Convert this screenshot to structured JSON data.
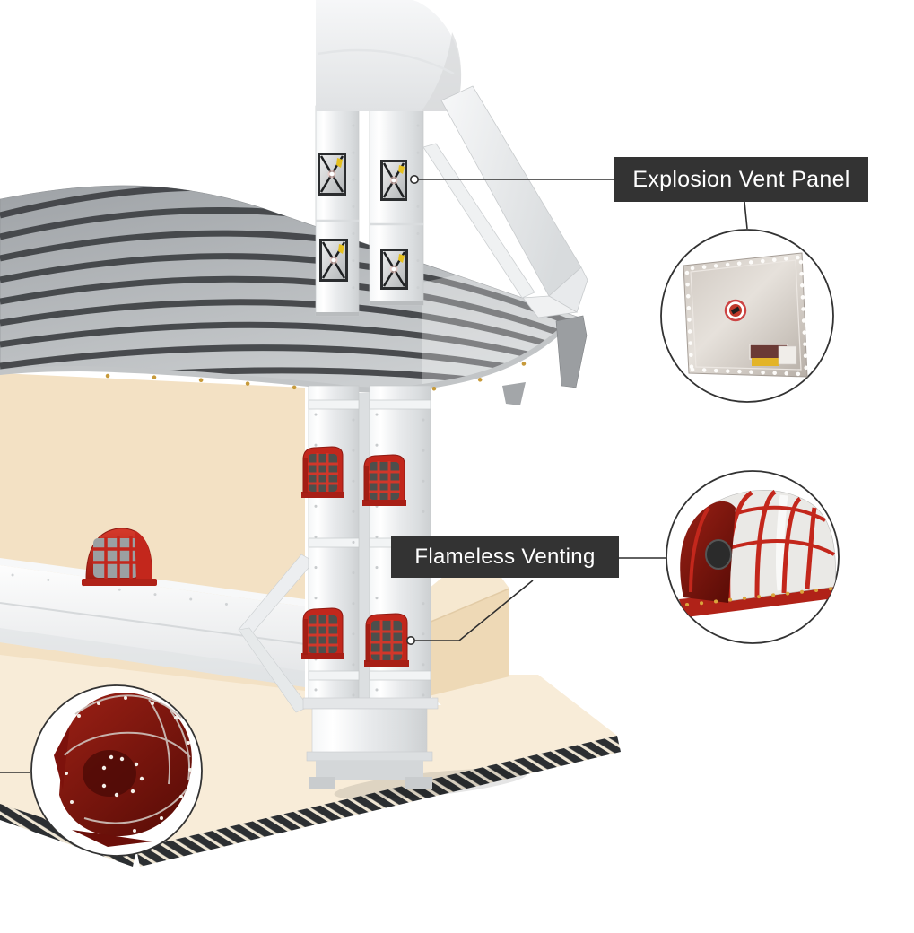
{
  "callouts": [
    {
      "id": "explosion-vent-panel",
      "label": "Explosion Vent Panel"
    },
    {
      "id": "flameless-venting",
      "label": "Flameless Venting"
    }
  ],
  "colors": {
    "background": "#ffffff",
    "label_bg": "#333333",
    "label_text": "#ffffff",
    "leader_line": "#2f2f2f",
    "vent_red": "#c2271c",
    "vent_dark_red": "#7d1410",
    "roof_stripe": "#3e4144",
    "roof_gray": "#aeb1b4",
    "wall_tan": "#f3e1c4",
    "floor_tan": "#f8ecd8",
    "structure_white": "#eceef0",
    "warning_yellow": "#e3b428"
  }
}
